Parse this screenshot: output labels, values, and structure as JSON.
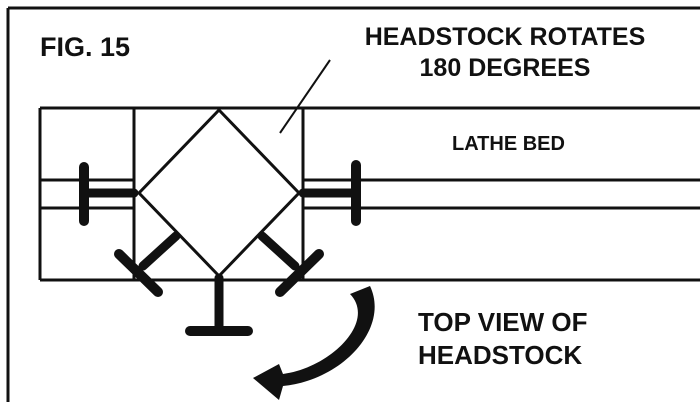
{
  "figure": {
    "label": "FIG. 15"
  },
  "callout": {
    "line1": "HEADSTOCK ROTATES",
    "line2": "180 DEGREES"
  },
  "bed": {
    "label": "LATHE BED"
  },
  "view": {
    "line1": "TOP VIEW OF",
    "line2": "HEADSTOCK"
  },
  "colors": {
    "ink": "#111111",
    "paper": "#ffffff"
  }
}
